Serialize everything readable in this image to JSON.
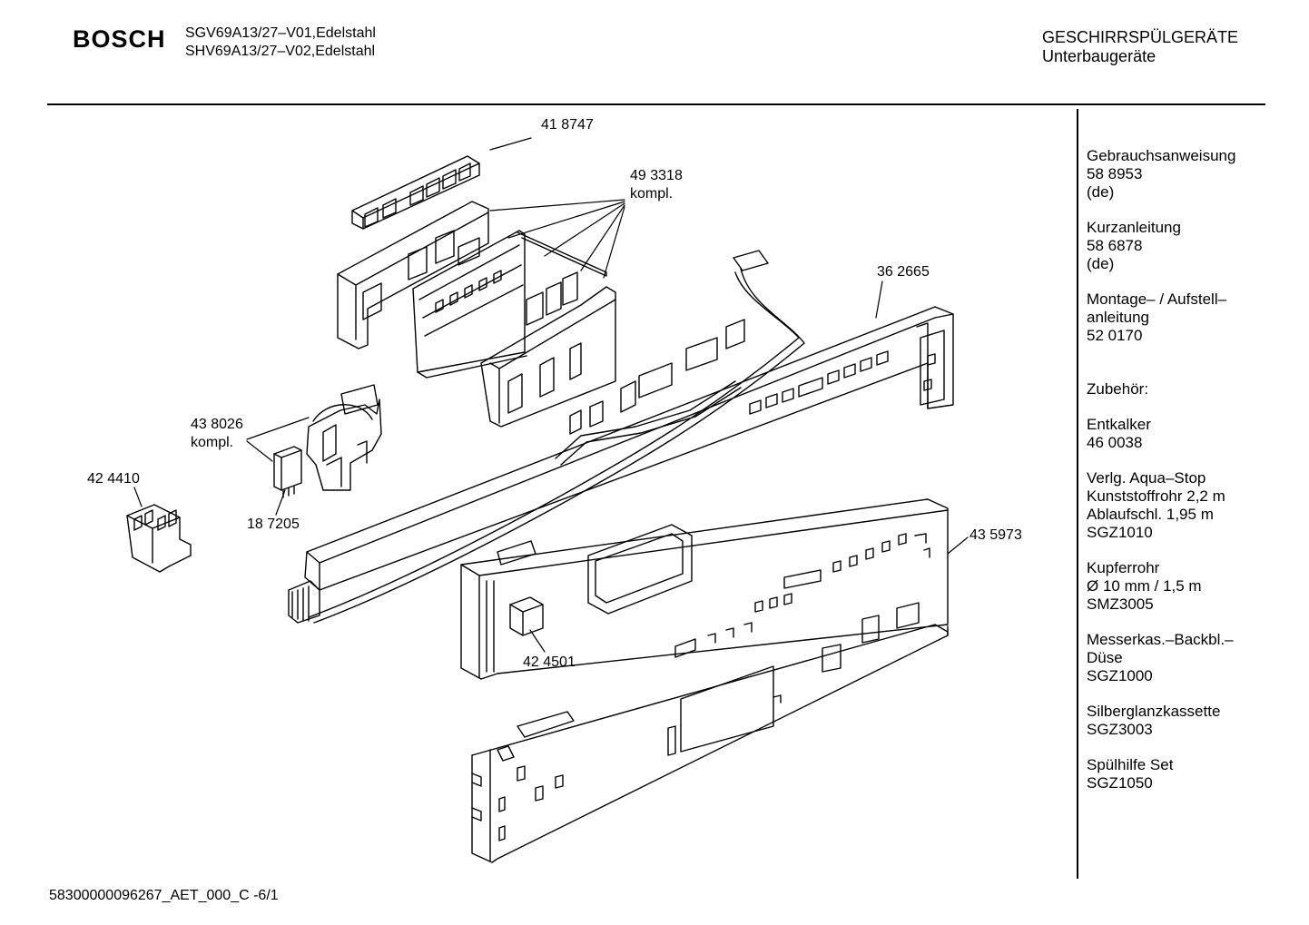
{
  "header": {
    "brand": "BOSCH",
    "model_lines": [
      "SGV69A13/27–V01,Edelstahl",
      "SHV69A13/27–V02,Edelstahl"
    ],
    "category": "GESCHIRRSPÜLGERÄTE",
    "subcategory": "Unterbaugeräte"
  },
  "callouts": {
    "p418747": "41 8747",
    "p493318": "49 3318",
    "p493318_note": "kompl.",
    "p362665": "36 2665",
    "p438026": "43 8026",
    "p438026_note": "kompl.",
    "p424410": "42 4410",
    "p187205": "18 7205",
    "p435973": "43 5973",
    "p424501": "42 4501"
  },
  "sidebar": {
    "groups": [
      [
        "Gebrauchsanweisung",
        "58 8953",
        "(de)"
      ],
      [
        "Kurzanleitung",
        "58 6878",
        "(de)"
      ],
      [
        "Montage– / Aufstell–",
        "anleitung",
        "52 0170"
      ],
      [
        "Zubehör:"
      ],
      [
        "Entkalker",
        "46 0038"
      ],
      [
        "Verlg. Aqua–Stop",
        "Kunststoffrohr 2,2 m",
        "Ablaufschl. 1,95 m",
        "SGZ1010"
      ],
      [
        "Kupferrohr",
        "Ø 10 mm / 1,5 m",
        "SMZ3005"
      ],
      [
        "Messerkas.–Backbl.–",
        "Düse",
        "SGZ1000"
      ],
      [
        "Silberglanzkassette",
        "SGZ3003"
      ],
      [
        "Spülhilfe Set",
        "SGZ1050"
      ]
    ]
  },
  "footer": {
    "doc_id": "58300000096267_AET_000_C -6/1"
  }
}
